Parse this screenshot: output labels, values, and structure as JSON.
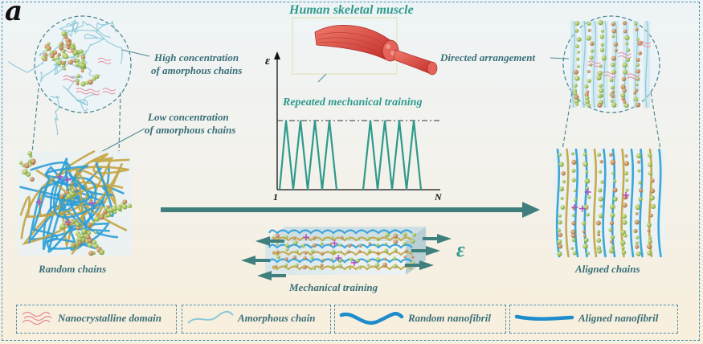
{
  "panel_label": "a",
  "title": "Human skeletal muscle",
  "labels": {
    "high_concentration_1": "High concentration",
    "high_concentration_2": "of amorphous chains",
    "low_concentration_1": "Low concentration",
    "low_concentration_2": "of amorphous chains",
    "directed_arrangement": "Directed arrangement",
    "repeated_training": "Repeated mechanical  training",
    "random_chains": "Random chains",
    "aligned_chains": "Aligned chains",
    "mechanical_training": "Mechanical training",
    "strain_symbol_large": "ε"
  },
  "plot": {
    "y_label": "ε",
    "x_start": "1",
    "x_end": "N"
  },
  "legend": [
    {
      "label": "Nanocrystalline domain",
      "icon": "nanocrystalline-domain-icon"
    },
    {
      "label": "Amorphous chain",
      "icon": "amorphous-chain-icon"
    },
    {
      "label": "Random nanofibril",
      "icon": "random-nanofibril-icon"
    },
    {
      "label": "Aligned nanofibril",
      "icon": "aligned-nanofibril-icon"
    }
  ],
  "colors": {
    "teal": "#2f9a8c",
    "arrow": "#3f7f7d",
    "fibril_blue": "#2c9fd6",
    "fibril_gold": "#c4a440",
    "particle_green": "#8ab04a",
    "particle_brown": "#b3814a",
    "muscle_red": "#d9463c"
  }
}
